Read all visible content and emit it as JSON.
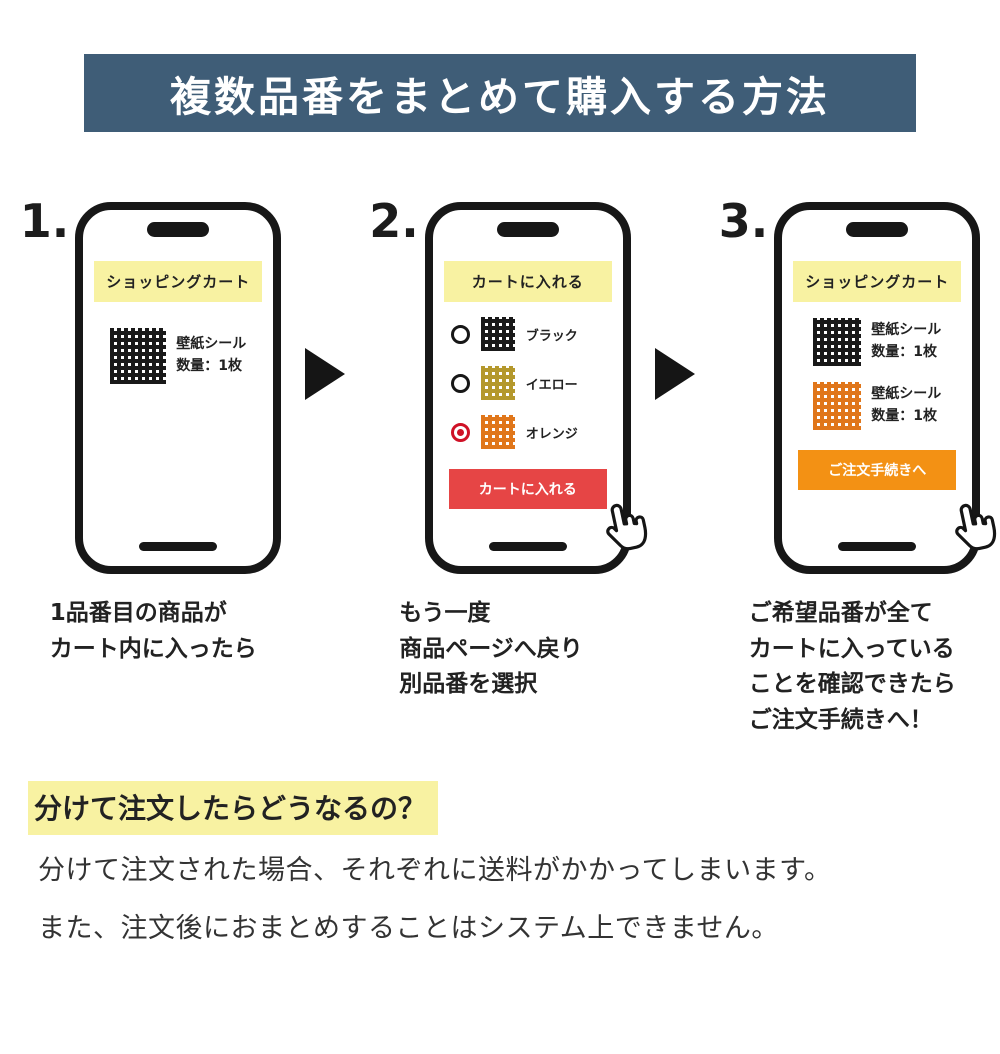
{
  "header": {
    "title": "複数品番をまとめて購入する方法",
    "bg": "#3f5d77"
  },
  "steps": [
    {
      "number": "1.",
      "phone": {
        "banner": "ショッピングカート",
        "products": [
          {
            "swatch": "black-grid",
            "name": "壁紙シール",
            "quantity": "数量：1枚"
          }
        ]
      },
      "caption": "1品番目の商品が\nカート内に入ったら"
    },
    {
      "number": "2.",
      "phone": {
        "banner": "カートに入れる",
        "options": [
          {
            "swatch": "black-grid",
            "label": "ブラック",
            "selected": false
          },
          {
            "swatch": "yellow-grid",
            "label": "イエロー",
            "selected": false
          },
          {
            "swatch": "orange-grid",
            "label": "オレンジ",
            "selected": true
          }
        ],
        "button": "カートに入れる"
      },
      "caption": "もう一度\n商品ページへ戻り\n別品番を選択"
    },
    {
      "number": "3.",
      "phone": {
        "banner": "ショッピングカート",
        "products": [
          {
            "swatch": "black-grid",
            "name": "壁紙シール",
            "quantity": "数量：1枚"
          },
          {
            "swatch": "orange-grid",
            "name": "壁紙シール",
            "quantity": "数量：1枚"
          }
        ],
        "button": "ご注文手続きへ"
      },
      "caption": "ご希望品番が全て\nカートに入っている\nことを確認できたら\nご注文手続きへ！"
    }
  ],
  "footer": {
    "heading": "分けて注文したらどうなるの？",
    "lines": [
      "分けて注文された場合、それぞれに送料がかかってしまいます。",
      "また、注文後におまとめすることはシステム上できません。"
    ]
  },
  "colors": {
    "header_bg": "#3f5d77",
    "banner_yellow": "#f8f2a2",
    "button_red": "#e64545",
    "button_orange": "#f39114",
    "swatch_black": "#191919",
    "swatch_yellow": "#b4982c",
    "swatch_orange": "#e0761a",
    "radio_selected": "#cf1126"
  }
}
